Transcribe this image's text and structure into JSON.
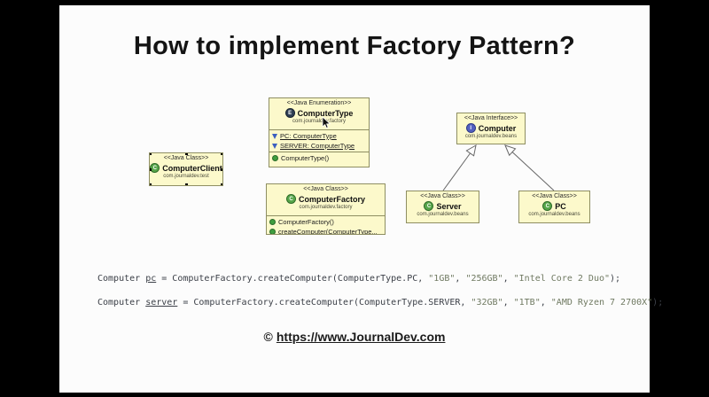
{
  "title": "How to implement Factory Pattern?",
  "colors": {
    "frame": "#000000",
    "slide_bg": "#fcfcfc",
    "box_fill": "#fcf9cb",
    "box_border": "#8e8e62",
    "class_icon_green": "#57a64a",
    "interface_icon_purple": "#5360c0",
    "enum_icon_dark": "#2f3f55",
    "code_text": "#3c4048",
    "code_string": "#707a62"
  },
  "uml": {
    "boxes": [
      {
        "stereotype": "<<Java Class>>",
        "name": "ComputerClient",
        "package": "com.journaldev.test",
        "icon": "class",
        "icon_letter": "C",
        "selected": true
      },
      {
        "stereotype": "<<Java Enumeration>>",
        "name": "ComputerType",
        "package": "com.journaldev.factory",
        "icon": "enum",
        "icon_letter": "E",
        "fields": [
          {
            "text": "PC: ComputerType",
            "static": true
          },
          {
            "text": "SERVER: ComputerType",
            "static": true
          }
        ],
        "methods": [
          {
            "text": "ComputerType()",
            "static": false
          }
        ]
      },
      {
        "stereotype": "<<Java Class>>",
        "name": "ComputerFactory",
        "package": "com.journaldev.factory",
        "icon": "class",
        "icon_letter": "C",
        "methods": [
          {
            "text": "ComputerFactory()",
            "static": false
          },
          {
            "text": "createComputer(ComputerType...",
            "static": true
          }
        ]
      },
      {
        "stereotype": "<<Java Interface>>",
        "name": "Computer",
        "package": "com.journaldev.beans",
        "icon": "interface",
        "icon_letter": "I"
      },
      {
        "stereotype": "<<Java Class>>",
        "name": "Server",
        "package": "com.journaldev.beans",
        "icon": "class",
        "icon_letter": "C"
      },
      {
        "stereotype": "<<Java Class>>",
        "name": "PC",
        "package": "com.journaldev.beans",
        "icon": "class",
        "icon_letter": "C"
      }
    ],
    "relations": [
      {
        "type": "realization",
        "from": "Server",
        "to": "Computer"
      },
      {
        "type": "realization",
        "from": "PC",
        "to": "Computer"
      }
    ]
  },
  "code": {
    "lines": [
      {
        "segments": [
          {
            "text": "Computer "
          },
          {
            "text": "pc",
            "class": "var"
          },
          {
            "text": " = ComputerFactory.createComputer(ComputerType.PC, "
          },
          {
            "text": "\"1GB\"",
            "class": "str"
          },
          {
            "text": ", "
          },
          {
            "text": "\"256GB\"",
            "class": "str"
          },
          {
            "text": ", "
          },
          {
            "text": "\"Intel Core 2 Duo\"",
            "class": "str"
          },
          {
            "text": ");"
          }
        ]
      },
      {
        "segments": [
          {
            "text": "Computer "
          },
          {
            "text": "server",
            "class": "var"
          },
          {
            "text": " = ComputerFactory.createComputer(ComputerType.SERVER, "
          },
          {
            "text": "\"32GB\"",
            "class": "str"
          },
          {
            "text": ", "
          },
          {
            "text": "\"1TB\"",
            "class": "str"
          },
          {
            "text": ", "
          },
          {
            "text": "\"AMD Ryzen 7 2700X\"",
            "class": "str"
          },
          {
            "text": ");"
          }
        ]
      }
    ]
  },
  "footer": {
    "copyright": "©",
    "link": "https://www.JournalDev.com"
  }
}
